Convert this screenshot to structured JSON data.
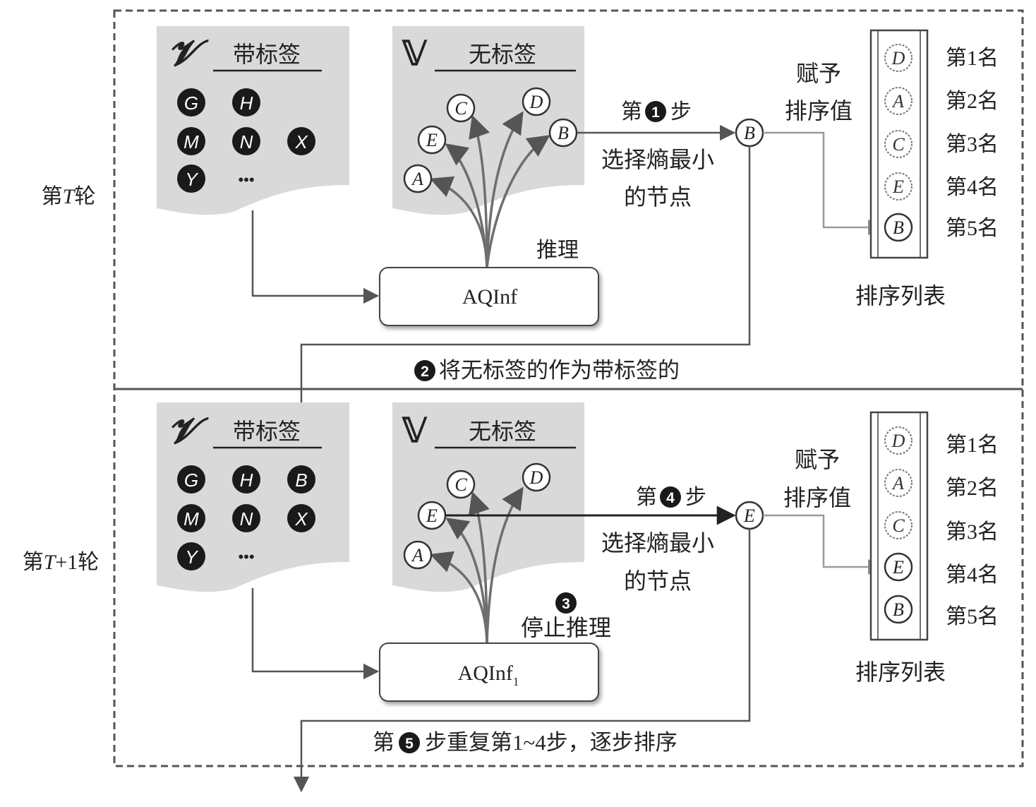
{
  "colors": {
    "panel": "#d9d9d9",
    "ink": "#222222",
    "arrow": "#707070",
    "grey_arrow": "#9a9a9a"
  },
  "round1": {
    "label": "第T轮",
    "labeled_symbol": "𝓥",
    "labeled_header": "带标签",
    "labeled_nodes": [
      "G",
      "H",
      "M",
      "N",
      "X",
      "Y"
    ],
    "ellipsis": "•••",
    "unlabeled_symbol": "𝕍",
    "unlabeled_header": "无标签",
    "unlabeled_nodes": [
      "C",
      "D",
      "E",
      "B",
      "A"
    ],
    "reasoning_label": "推理",
    "model": "AQInf",
    "step1_prefix": "第",
    "step1_number": "1",
    "step1_suffix": "步",
    "select_line1": "选择熵最小",
    "select_line2": "的节点",
    "selected_node": "B",
    "assign_line1": "赋予",
    "assign_line2": "排序值",
    "ranking_list": [
      "D",
      "A",
      "C",
      "E",
      "B"
    ],
    "ranking_labels": [
      "第1名",
      "第2名",
      "第3名",
      "第4名",
      "第5名"
    ],
    "ranking_title": "排序列表"
  },
  "step2": {
    "number": "2",
    "text": "将无标签的作为带标签的"
  },
  "round2": {
    "label": "第T+1轮",
    "labeled_symbol": "𝓥",
    "labeled_header": "带标签",
    "labeled_nodes": [
      "G",
      "H",
      "B",
      "M",
      "N",
      "X",
      "Y"
    ],
    "ellipsis": "•••",
    "unlabeled_symbol": "𝕍",
    "unlabeled_header": "无标签",
    "unlabeled_nodes": [
      "C",
      "D",
      "E",
      "A"
    ],
    "step3_number": "3",
    "stop_label": "停止推理",
    "model": "AQInf",
    "model_subscript": "1",
    "step4_prefix": "第",
    "step4_number": "4",
    "step4_suffix": "步",
    "select_line1": "选择熵最小",
    "select_line2": "的节点",
    "selected_node": "E",
    "assign_line1": "赋予",
    "assign_line2": "排序值",
    "ranking_list": [
      "D",
      "A",
      "C",
      "E",
      "B"
    ],
    "ranking_labels": [
      "第1名",
      "第2名",
      "第3名",
      "第4名",
      "第5名"
    ],
    "ranking_title": "排序列表"
  },
  "step5": {
    "prefix": "第",
    "number": "5",
    "text": "步重复第1~4步，逐步排序"
  }
}
